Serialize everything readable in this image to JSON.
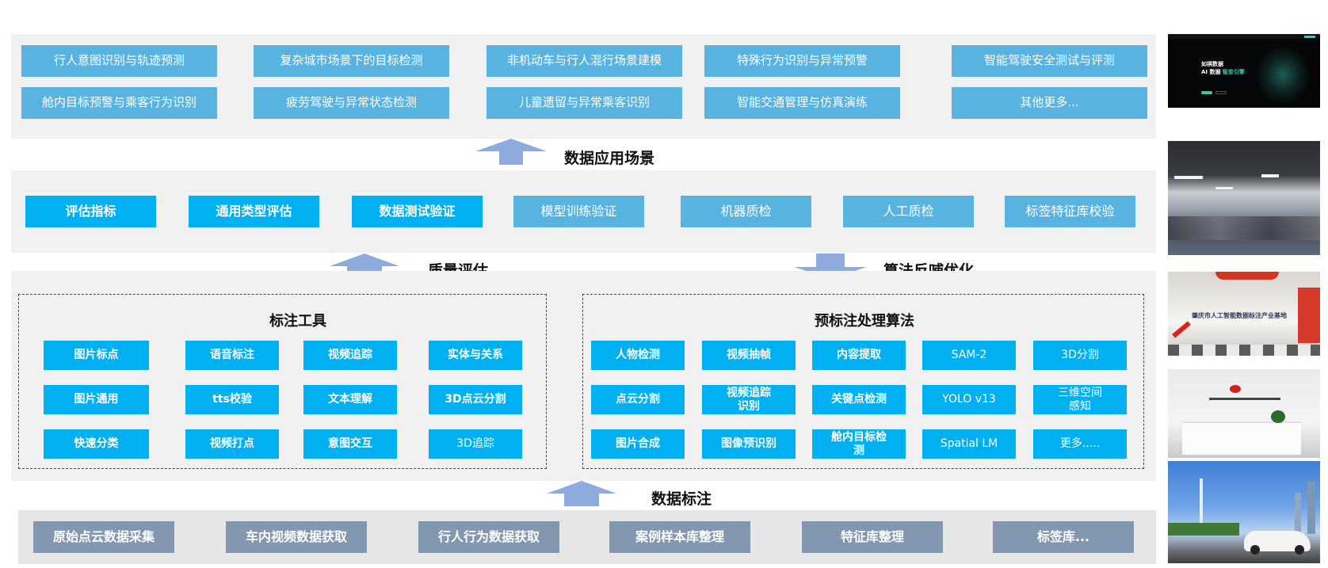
{
  "colors": {
    "app_button": "#58b3e1",
    "primary_button": "#00b0f0",
    "source_button": "#8497b0",
    "arrow": "#8faadc",
    "dashed_border": "#c0101a",
    "panel_bg": "#f1f1f1"
  },
  "application": {
    "title": "数据应用场景",
    "rows": [
      [
        "行人意图识别与轨迹预测",
        "复杂城市场景下的目标检测",
        "非机动车与行人混行场景建模",
        "特殊行为识别与异常预警",
        "智能驾驶安全测试与评测"
      ],
      [
        "舱内目标预警与乘客行为识别",
        "疲劳驾驶与异常状态检测",
        "儿童遗留与异常乘客识别",
        "智能交通管理与仿真演练",
        "其他更多..."
      ]
    ]
  },
  "evaluation": {
    "items": [
      "评估指标",
      "通用类型评估",
      "数据测试验证",
      "模型训练验证",
      "机器质检",
      "人工质检",
      "标签特征库校验"
    ]
  },
  "arrows": {
    "quality": "质量评估",
    "feedback": "算法反哺优化",
    "annotation": "数据标注"
  },
  "tools": {
    "title": "标注工具",
    "rows": [
      [
        "图片标点",
        "语音标注",
        "视频追踪",
        "实体与关系"
      ],
      [
        "图片通用",
        "tts校验",
        "文本理解",
        "3D点云分割"
      ],
      [
        "快速分类",
        "视频打点",
        "意图交互",
        "3D追踪"
      ]
    ]
  },
  "algorithms": {
    "title": "预标注处理算法",
    "rows": [
      [
        "人物检测",
        "视频抽帧",
        "内容提取",
        "SAM-2",
        "3D分割"
      ],
      [
        "点云分割",
        "视频追踪\n识别",
        "关键点检测",
        "YOLO v13",
        "三维空间\n感知"
      ],
      [
        "图片合成",
        "图像预识别",
        "舱内目标检\n测",
        "Spatial LM",
        "更多....."
      ]
    ]
  },
  "sources": {
    "items": [
      "原始点云数据采集",
      "车内视频数据获取",
      "行人行为数据获取",
      "案例样本库整理",
      "特征库整理",
      "标签库..."
    ]
  },
  "photos": {
    "website_headline_1": "如祺数据",
    "website_headline_2": "AI 数据",
    "website_headline_accent": "智变引擎",
    "base_sign": "肇庆市人工智能数据标注产业基地"
  }
}
